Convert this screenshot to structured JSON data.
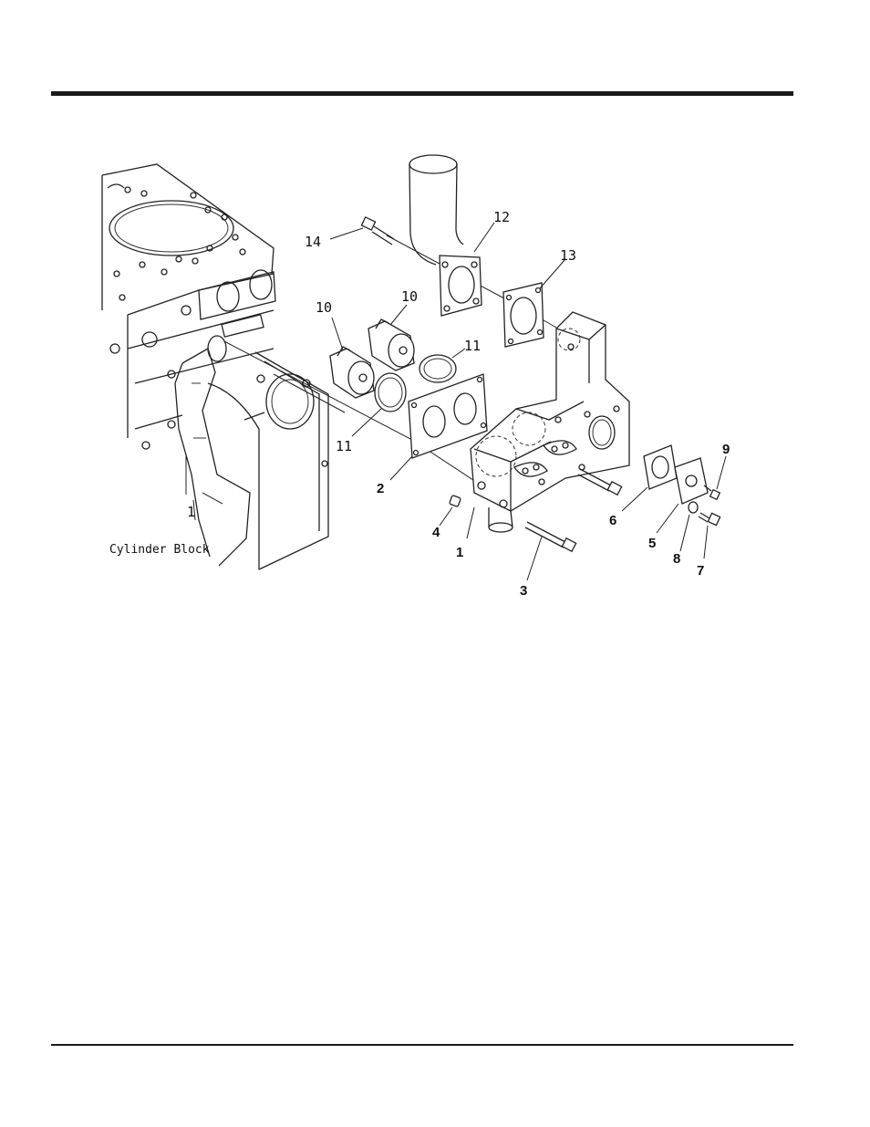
{
  "labels": {
    "cylinder_block": "Cylinder Block",
    "p1_left": "1",
    "p1": "1",
    "p2": "2",
    "p3": "3",
    "p4": "4",
    "p5": "5",
    "p6": "6",
    "p7": "7",
    "p8": "8",
    "p9": "9",
    "p10_a": "10",
    "p10_b": "10",
    "p11_a": "11",
    "p11_b": "11",
    "p12": "12",
    "p13": "13",
    "p14": "14"
  }
}
